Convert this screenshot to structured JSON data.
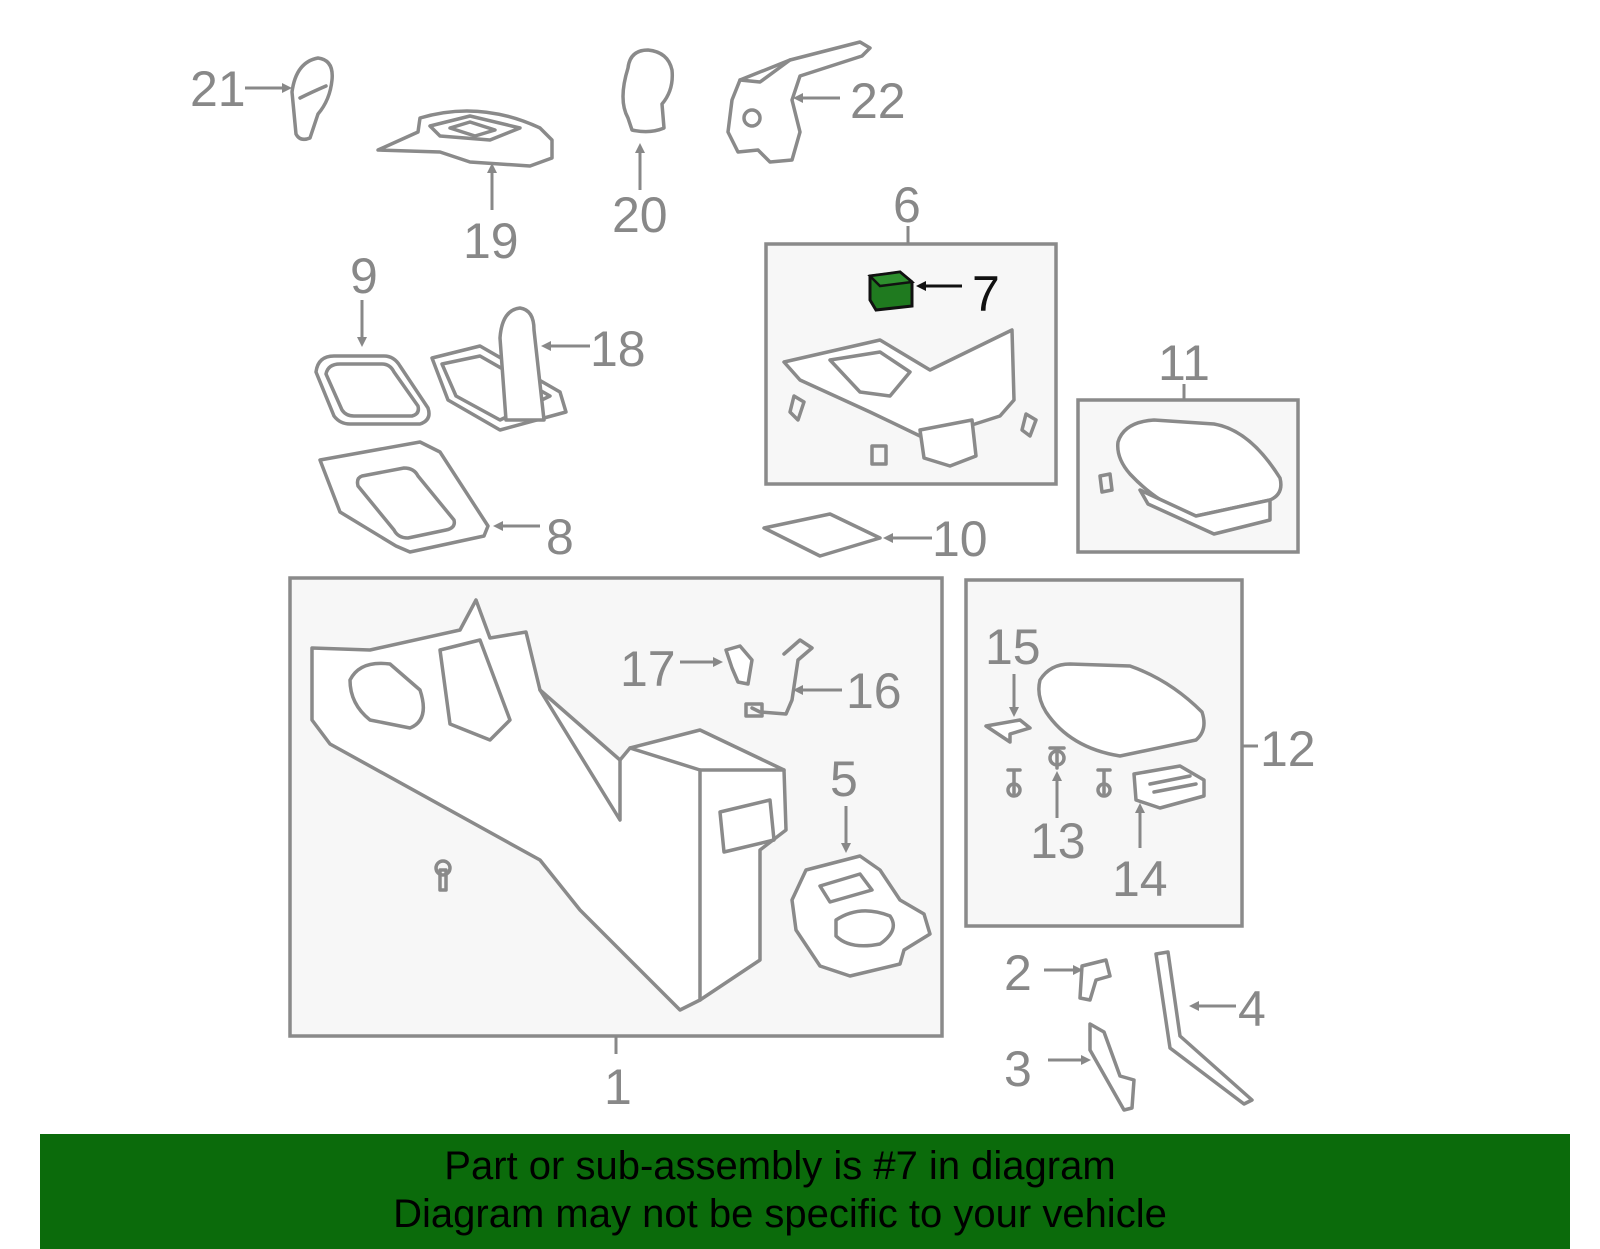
{
  "colors": {
    "banner_bg": "#0b6b0b",
    "highlight_part": "#1f7a1f",
    "line_gray": "#8a8a8a"
  },
  "callouts": {
    "c1": "1",
    "c2": "2",
    "c3": "3",
    "c4": "4",
    "c5": "5",
    "c6": "6",
    "c7": "7",
    "c8": "8",
    "c9": "9",
    "c10": "10",
    "c11": "11",
    "c12": "12",
    "c13": "13",
    "c14": "14",
    "c15": "15",
    "c16": "16",
    "c17": "17",
    "c18": "18",
    "c19": "19",
    "c20": "20",
    "c21": "21",
    "c22": "22"
  },
  "banner": {
    "line1": "Part or sub-assembly is #7 in diagram",
    "line2": "Diagram may not be specific to your vehicle"
  }
}
